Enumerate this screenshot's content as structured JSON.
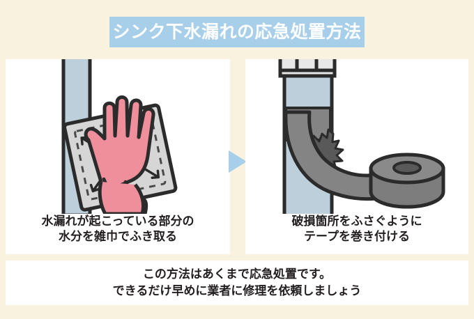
{
  "background_color": "#f8f2de",
  "header": {
    "banner_color": "#a8cfea",
    "title": "シンク下水漏れの応急処置方法",
    "title_color": "#ffffff"
  },
  "steps": [
    {
      "id": "step-1",
      "caption_line1": "水漏れが起こっている部分の",
      "caption_line2": "水分を雑巾でふき取る",
      "illustration": {
        "name": "hand-wiping-pipe-with-cloth",
        "pipe_color": "#bdcfdb",
        "outline_color": "#2b2b2b",
        "cloth_color": "#d6d6d6",
        "glove_color": "#f08f9c",
        "cuff_color": "#f7ecd8",
        "burst_color": "#595959"
      }
    },
    {
      "id": "step-2",
      "caption_line1": "破損箇所をふさぐように",
      "caption_line2": "テープを巻き付ける",
      "illustration": {
        "name": "tape-wrapped-around-pipe",
        "pipe_color": "#bdcfdb",
        "outline_color": "#2b2b2b",
        "tape_color": "#848484",
        "tape_roll_color": "#7d7d7d",
        "fitting_color": "#e8e8e8",
        "burst_color": "#595959"
      }
    }
  ],
  "step_arrow": {
    "name": "right-arrow",
    "color": "#a8cfea"
  },
  "footer": {
    "line1": "この方法はあくまで応急処置です。",
    "line2": "できるだけ早めに業者に修理を依頼しましょう",
    "text_color": "#231f20",
    "background": "#ffffff"
  }
}
